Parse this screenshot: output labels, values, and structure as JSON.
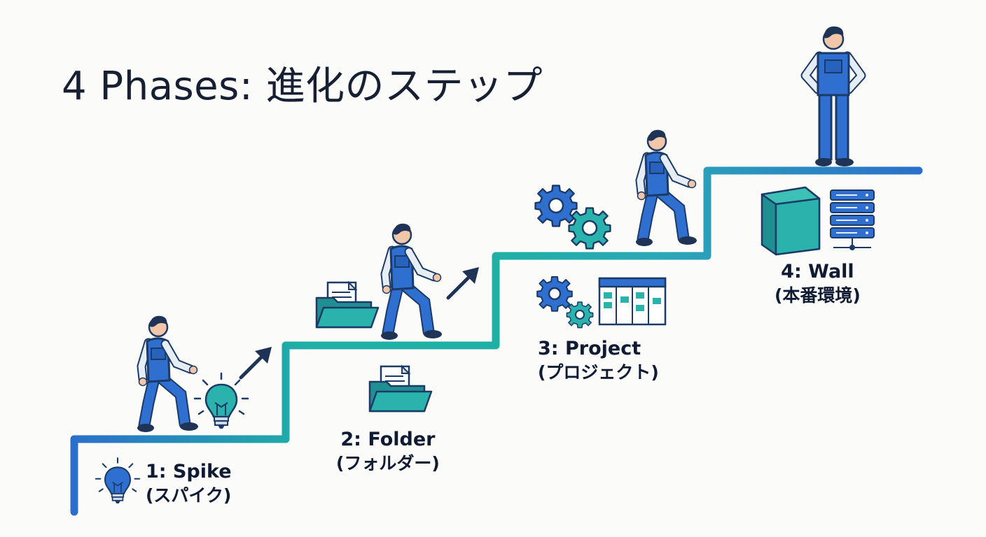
{
  "title": "4 Phases: 進化のステップ",
  "phases": [
    {
      "label": "1: Spike",
      "sublabel": "(スパイク)"
    },
    {
      "label": "2: Folder",
      "sublabel": "(フォルダー)"
    },
    {
      "label": "3: Project",
      "sublabel": "(プロジェクト)"
    },
    {
      "label": "4: Wall",
      "sublabel": "(本番環境)"
    }
  ],
  "colors": {
    "blue": "#2b6fca",
    "teal": "#1fb0a5",
    "navy": "#1c3a66",
    "skin": "#f2c6a8",
    "hair": "#1f3356",
    "shirt": "#e6edf5"
  },
  "icons": [
    "lightbulb-icon",
    "folder-icon",
    "gears-icon",
    "kanban-board-icon",
    "firewall-icon",
    "server-rack-icon",
    "arrow-up-right-icon"
  ]
}
